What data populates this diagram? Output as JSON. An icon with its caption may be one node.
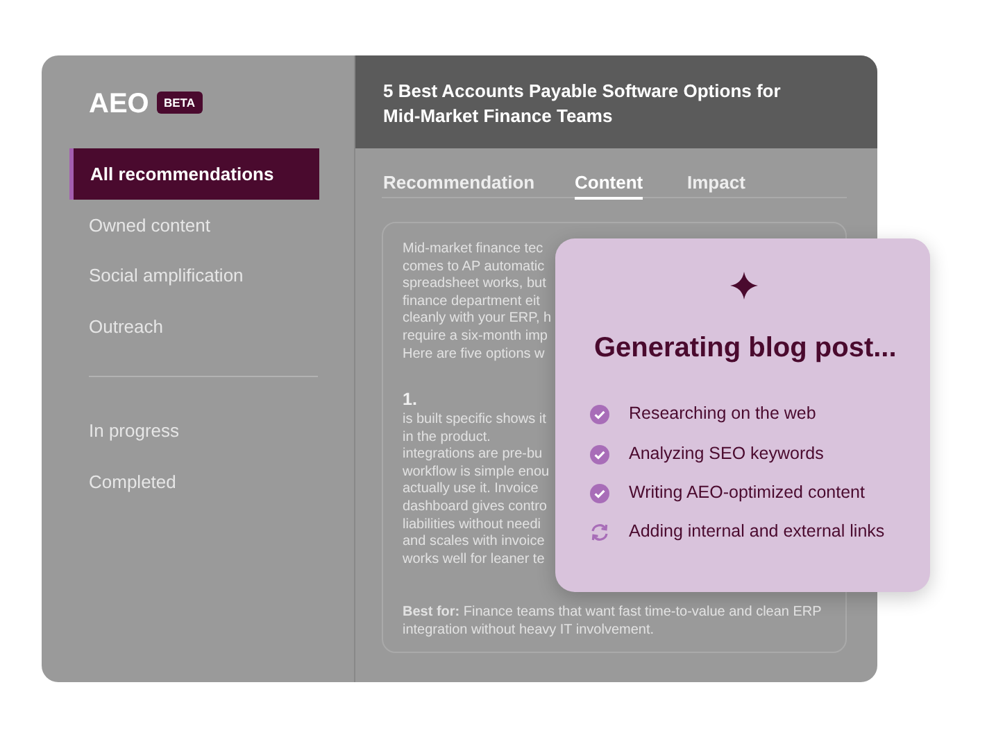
{
  "diagram": {
    "labels": [
      "AEO",
      "BETA",
      "All recommendations",
      "Owned content",
      "Social amplification",
      "Outreach",
      "In progress",
      "Completed",
      "5 Best Accounts Payable Software Options for Mid-Market Finance Teams",
      "Recommendation",
      "Content",
      "Impact",
      "Mid-market finance tec comes to AP automatic spreadsheet works, but finance department eit cleanly with your ERP, h require a six-month imp Here are five options w",
      "1.",
      "is built specific shows it in the product. integrations are pre-bu workflow is simple enou actually use it. Invoice dashboard gives contro liabilities without needi and scales with invoice works well for leaner te",
      "**Best for:** Finance teams that want fast time-to-value and clean ERP integration without heavy IT involvement.",
      "Generating blog post...",
      "Researching on the web",
      "Analyzing SEO keywords",
      "Writing AEO-optimized content",
      "Adding internal and external links"
    ]
  }
}
